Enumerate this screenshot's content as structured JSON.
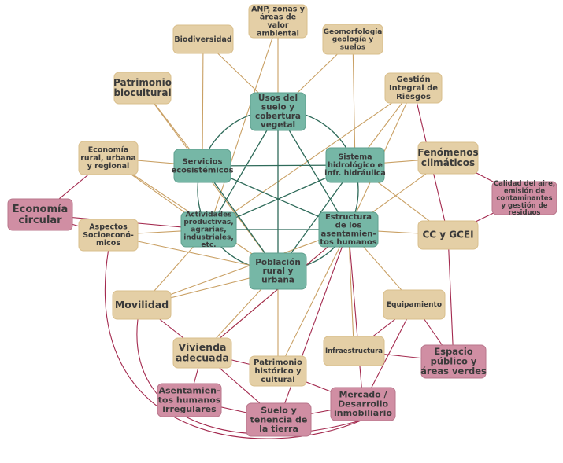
{
  "colors": {
    "core_fill": "#76b7a6",
    "core_stroke": "#5e9f8e",
    "core_line": "#2f6b5a",
    "tan_fill": "#e4cfa6",
    "tan_stroke": "#d9bf8c",
    "tan_line": "#c9a064",
    "pink_fill": "#d08ea3",
    "pink_stroke": "#b8768b",
    "pink_line": "#a3294e",
    "text": "#3a3a3a"
  },
  "nodes": [
    {
      "id": "usos",
      "type": "core",
      "lines": [
        "Usos del",
        "suelo y",
        "cobertura",
        "vegetal"
      ]
    },
    {
      "id": "servicios",
      "type": "core",
      "lines": [
        "Servicios",
        "ecosistémicos"
      ]
    },
    {
      "id": "sistema",
      "type": "core",
      "lines": [
        "Sistema",
        "hidrológico e",
        "infr. hidráulica"
      ]
    },
    {
      "id": "actividades",
      "type": "core",
      "lines": [
        "Actividades",
        "productivas,",
        "agrarias,",
        "industriales,",
        "etc."
      ]
    },
    {
      "id": "estructura",
      "type": "core",
      "lines": [
        "Estructura",
        "de los",
        "asentamien-",
        "tos humanos"
      ]
    },
    {
      "id": "poblacion",
      "type": "core",
      "lines": [
        "Población",
        "rural y",
        "urbana"
      ]
    },
    {
      "id": "biodiversidad",
      "type": "tan",
      "lines": [
        "Biodiversidad"
      ]
    },
    {
      "id": "anp",
      "type": "tan",
      "lines": [
        "ANP, zonas y",
        "áreas de",
        "valor",
        "ambiental"
      ]
    },
    {
      "id": "geomorfologia",
      "type": "tan",
      "lines": [
        "Geomorfología",
        "geología y",
        "suelos"
      ]
    },
    {
      "id": "patrimonio_bio",
      "type": "tan",
      "lines": [
        "Patrimonio",
        "biocultural"
      ]
    },
    {
      "id": "gestion",
      "type": "tan",
      "lines": [
        "Gestión",
        "Integral de",
        "Riesgos"
      ]
    },
    {
      "id": "economia_rural",
      "type": "tan",
      "lines": [
        "Economía",
        "rural, urbana",
        "y regional"
      ]
    },
    {
      "id": "fenomenos",
      "type": "tan",
      "lines": [
        "Fenómenos",
        "climáticos"
      ]
    },
    {
      "id": "aspectos",
      "type": "tan",
      "lines": [
        "Aspectos",
        "Socioeconó-",
        "micos"
      ]
    },
    {
      "id": "ccgcei",
      "type": "tan",
      "lines": [
        "CC y GCEI"
      ]
    },
    {
      "id": "movilidad",
      "type": "tan",
      "lines": [
        "Movilidad"
      ]
    },
    {
      "id": "equipamiento",
      "type": "tan",
      "lines": [
        "Equipamiento"
      ]
    },
    {
      "id": "infraestructura",
      "type": "tan",
      "lines": [
        "Infraestructura"
      ]
    },
    {
      "id": "vivienda",
      "type": "tan",
      "lines": [
        "Vivienda",
        "adecuada"
      ]
    },
    {
      "id": "patrimonio_hist",
      "type": "tan",
      "lines": [
        "Patrimonio",
        "histórico y",
        "cultural"
      ]
    },
    {
      "id": "economia_circular",
      "type": "pink",
      "lines": [
        "Economía",
        "circular"
      ]
    },
    {
      "id": "calidad_aire",
      "type": "pink",
      "lines": [
        "Calidad del aire,",
        "emisión de",
        "contaminantes",
        "y gestión de",
        "residuos"
      ]
    },
    {
      "id": "espacio_publico",
      "type": "pink",
      "lines": [
        "Espacio",
        "público y",
        "áreas verdes"
      ]
    },
    {
      "id": "asentamientos_irr",
      "type": "pink",
      "lines": [
        "Asentamien-",
        "tos humanos",
        "irregulares"
      ]
    },
    {
      "id": "suelo_tenencia",
      "type": "pink",
      "lines": [
        "Suelo y",
        "tenencia de",
        "la tierra"
      ]
    },
    {
      "id": "mercado",
      "type": "pink",
      "lines": [
        "Mercado /",
        "Desarrollo",
        "inmobiliario"
      ]
    }
  ],
  "core_ring": [
    "usos",
    "sistema",
    "estructura",
    "poblacion",
    "actividades",
    "servicios"
  ],
  "edges_core": [
    [
      "usos",
      "estructura"
    ],
    [
      "usos",
      "actividades"
    ],
    [
      "usos",
      "poblacion"
    ],
    [
      "servicios",
      "sistema"
    ],
    [
      "servicios",
      "estructura"
    ],
    [
      "servicios",
      "poblacion"
    ],
    [
      "sistema",
      "actividades"
    ],
    [
      "sistema",
      "poblacion"
    ],
    [
      "actividades",
      "estructura"
    ]
  ],
  "edges_tan": [
    [
      "biodiversidad",
      "usos"
    ],
    [
      "biodiversidad",
      "servicios"
    ],
    [
      "anp",
      "usos"
    ],
    [
      "anp",
      "actividades"
    ],
    [
      "geomorfologia",
      "usos"
    ],
    [
      "geomorfologia",
      "sistema"
    ],
    [
      "patrimonio_bio",
      "servicios"
    ],
    [
      "patrimonio_bio",
      "poblacion"
    ],
    [
      "gestion",
      "sistema"
    ],
    [
      "gestion",
      "estructura"
    ],
    [
      "gestion",
      "actividades"
    ],
    [
      "economia_rural",
      "servicios"
    ],
    [
      "economia_rural",
      "actividades"
    ],
    [
      "economia_rural",
      "poblacion"
    ],
    [
      "fenomenos",
      "sistema"
    ],
    [
      "fenomenos",
      "estructura"
    ],
    [
      "aspectos",
      "actividades"
    ],
    [
      "aspectos",
      "poblacion"
    ],
    [
      "ccgcei",
      "estructura"
    ],
    [
      "ccgcei",
      "sistema"
    ],
    [
      "movilidad",
      "poblacion"
    ],
    [
      "movilidad",
      "actividades"
    ],
    [
      "movilidad",
      "estructura"
    ],
    [
      "equipamiento",
      "estructura"
    ],
    [
      "infraestructura",
      "estructura"
    ],
    [
      "vivienda",
      "poblacion"
    ],
    [
      "vivienda",
      "estructura"
    ],
    [
      "patrimonio_hist",
      "poblacion"
    ],
    [
      "patrimonio_hist",
      "estructura"
    ]
  ],
  "edges_pink": [
    [
      "economia_circular",
      "economia_rural"
    ],
    [
      "economia_circular",
      "actividades"
    ],
    [
      "economia_circular",
      "aspectos"
    ],
    [
      "gestion",
      "ccgcei"
    ],
    [
      "fenomenos",
      "calidad_aire"
    ],
    [
      "ccgcei",
      "calidad_aire"
    ],
    [
      "ccgcei",
      "espacio_publico"
    ],
    [
      "equipamiento",
      "espacio_publico"
    ],
    [
      "equipamiento",
      "infraestructura"
    ],
    [
      "equipamiento",
      "mercado"
    ],
    [
      "estructura",
      "mercado"
    ],
    [
      "estructura",
      "vivienda"
    ],
    [
      "estructura",
      "suelo_tenencia"
    ],
    [
      "infraestructura",
      "espacio_publico"
    ],
    [
      "movilidad",
      "vivienda"
    ],
    [
      "vivienda",
      "asentamientos_irr"
    ],
    [
      "vivienda",
      "suelo_tenencia"
    ],
    [
      "vivienda",
      "patrimonio_hist"
    ],
    [
      "patrimonio_hist",
      "mercado"
    ],
    [
      "asentamientos_irr",
      "suelo_tenencia"
    ],
    [
      "suelo_tenencia",
      "mercado"
    ]
  ],
  "curves_pink": [
    [
      "aspectos",
      "mercado"
    ],
    [
      "movilidad",
      "mercado"
    ]
  ]
}
